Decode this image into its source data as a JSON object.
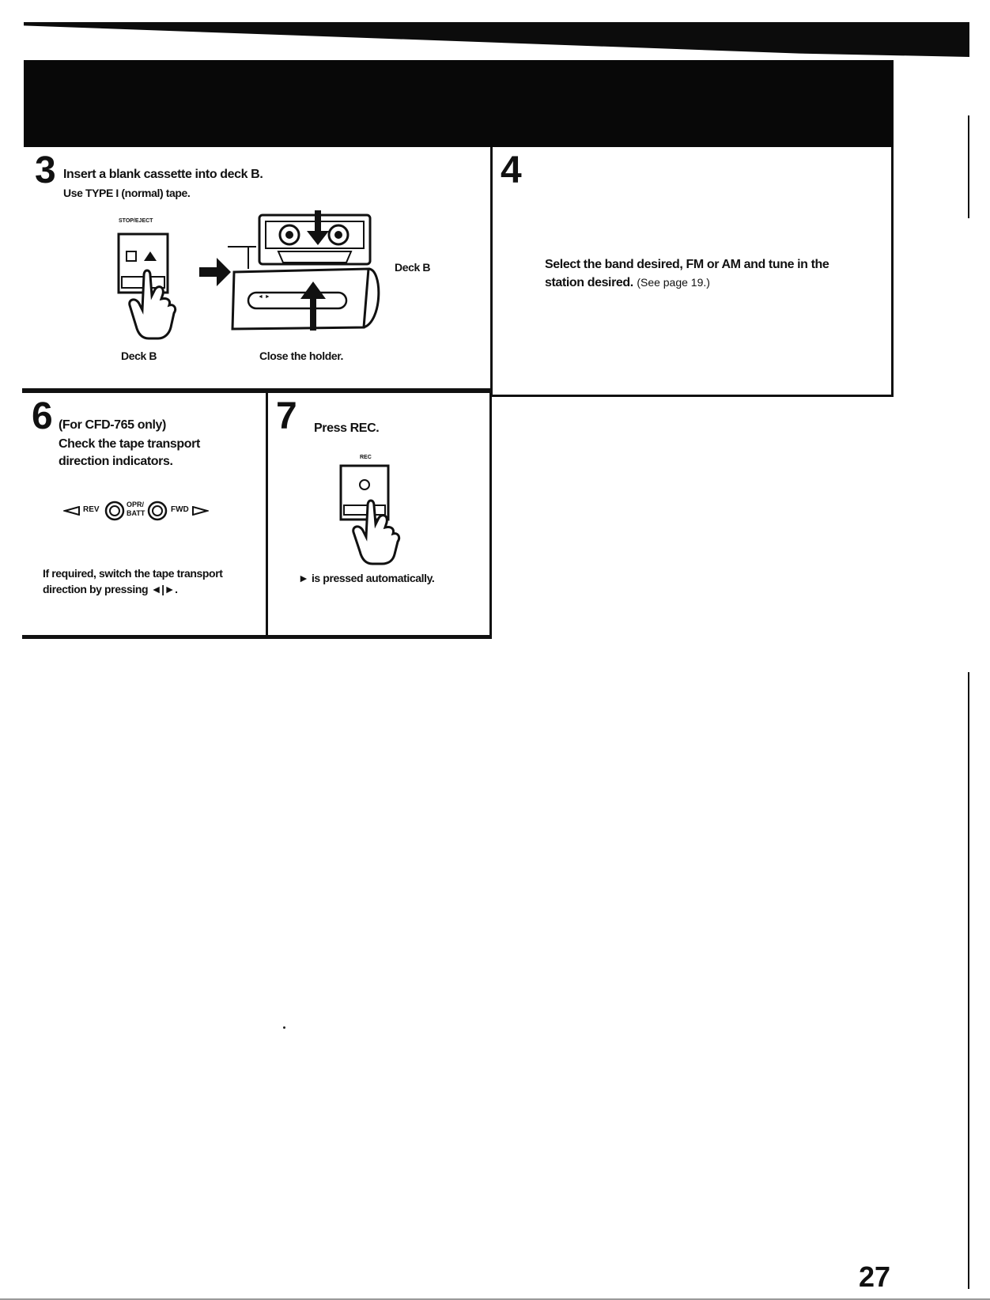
{
  "step3": {
    "number": "3",
    "title": "Insert a blank cassette into deck B.",
    "subtitle": "Use TYPE I (normal) tape.",
    "button_label": "STOP/EJECT",
    "caption_left": "Deck B",
    "caption_right": "Close the holder.",
    "deck_label": "Deck B",
    "cassette_window_label": "◄ ►"
  },
  "step4": {
    "number": "4",
    "text_bold": "Select the band desired, FM or AM and tune in the station desired.",
    "text_note": "(See page 19.)"
  },
  "step6": {
    "number": "6",
    "title_line1": "(For CFD-765 only)",
    "title_line2": "Check the tape transport direction indicators.",
    "indicator_rev": "REV",
    "indicator_opr1": "OPR/",
    "indicator_opr2": "BATT",
    "indicator_fwd": "FWD",
    "note_text": "If required, switch the tape transport direction by pressing ◄|►."
  },
  "step7": {
    "number": "7",
    "title": "Press REC.",
    "button_label": "REC",
    "note_text": "► is pressed automatically."
  },
  "footer": {
    "page_number": "27"
  }
}
